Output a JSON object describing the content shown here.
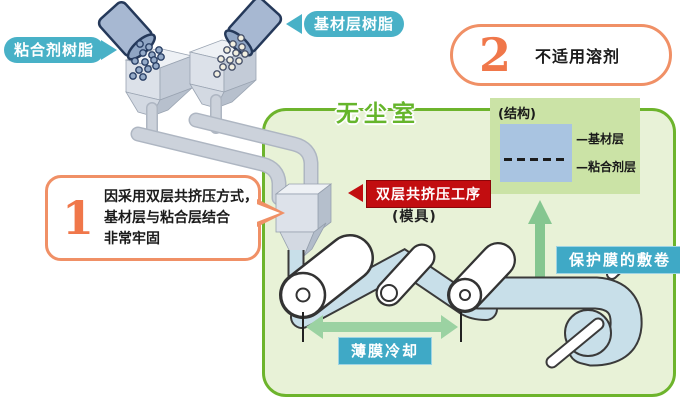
{
  "diagram": {
    "resin_labels": {
      "adhesive": "粘合剂树脂",
      "base": "基材层树脂"
    },
    "clean_room": {
      "title": "无尘室"
    },
    "structure": {
      "title": "(结构)",
      "base_layer": "—基材层",
      "adhesive_layer": "—粘合剂层"
    },
    "process": {
      "tag": "双层共挤压工序",
      "die": "(模具)"
    },
    "cooling": {
      "label": "薄膜冷却"
    },
    "winding": {
      "label": "保护膜的敷卷"
    },
    "callout1": {
      "number": "1",
      "line1": "因采用双层共挤压方式，",
      "line2": "基材层与粘合层结合",
      "line3": "非常牢固"
    },
    "callout2": {
      "number": "2",
      "text": "不适用溶剂"
    }
  },
  "colors": {
    "teal_label": "#48b1c7",
    "teal_box": "#3fa9c6",
    "clean_room_border": "#6db42c",
    "clean_room_fill": "#e8f2d7",
    "structure_panel": "#cbe3a6",
    "structure_swatch": "#a9c4e1",
    "callout_orange": "#f09066",
    "number_orange": "#f0774a",
    "process_red": "#c20d10",
    "film_blue": "#c8dfe9",
    "arrow_green": "#9bd2a2",
    "machine_grey": "#dde2ea",
    "bucket_blue": "#a7b8d2"
  }
}
